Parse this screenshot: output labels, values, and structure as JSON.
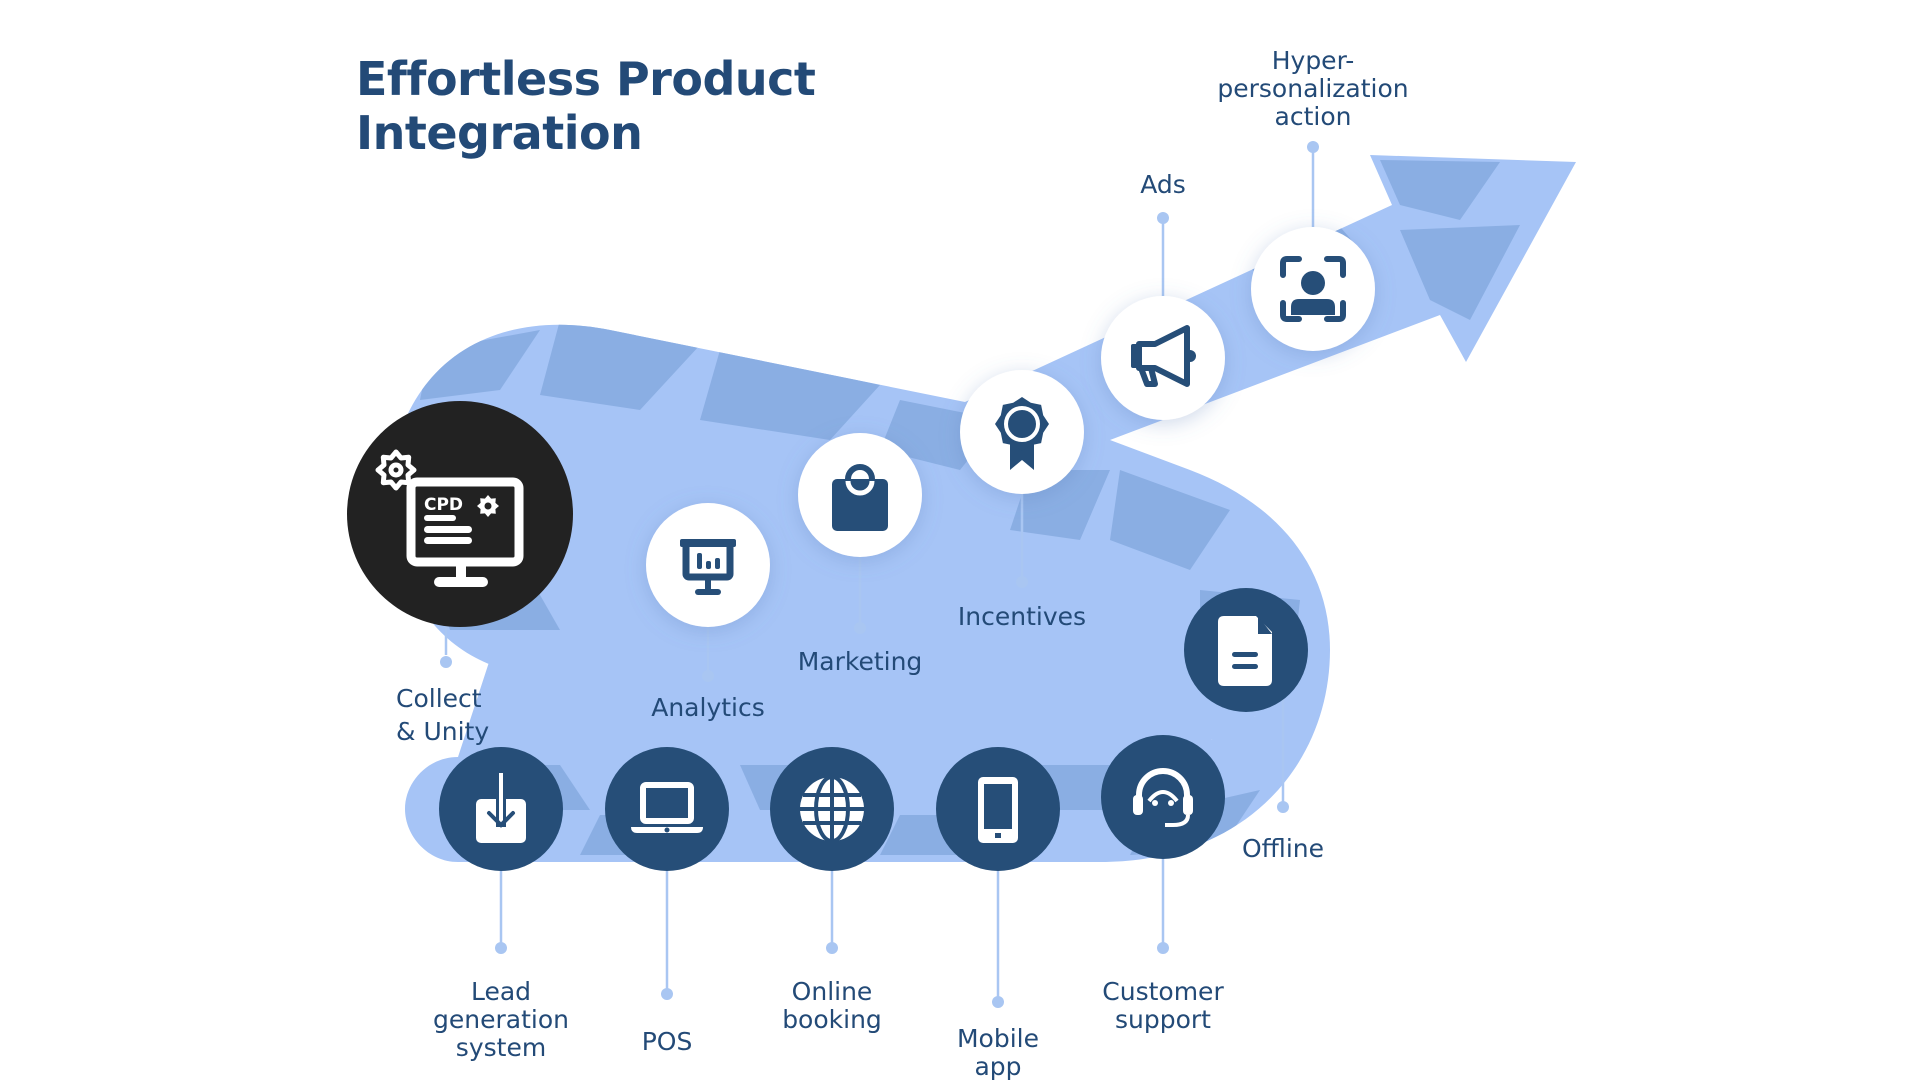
{
  "title": {
    "line1": "Effortless Product",
    "line2": "Integration"
  },
  "colors": {
    "title": "#234a77",
    "label": "#234a77",
    "node_dark": "#264e78",
    "node_black": "#222222",
    "node_light": "#ffffff",
    "band_light": "#a6c4f6",
    "band_dark": "#8aaee3",
    "connector": "#a9c6f2"
  },
  "hub": {
    "label_lines": [
      "Collect",
      "& Unity"
    ],
    "icon": "monitor-cpd-gear-icon",
    "screen_text": "CPD"
  },
  "stages": [
    {
      "id": "analytics",
      "label_lines": [
        "Analytics"
      ],
      "icon": "presentation-chart-icon",
      "style": "light"
    },
    {
      "id": "marketing",
      "label_lines": [
        "Marketing"
      ],
      "icon": "shopping-bag-icon",
      "style": "light"
    },
    {
      "id": "incentives",
      "label_lines": [
        "Incentives"
      ],
      "icon": "award-badge-icon",
      "style": "light"
    },
    {
      "id": "ads",
      "label_lines": [
        "Ads"
      ],
      "icon": "megaphone-icon",
      "style": "light"
    },
    {
      "id": "hyper",
      "label_lines": [
        "Hyper-",
        "personalization",
        "action"
      ],
      "icon": "face-scan-icon",
      "style": "light"
    },
    {
      "id": "offline",
      "label_lines": [
        "Offline"
      ],
      "icon": "document-icon",
      "style": "dark"
    },
    {
      "id": "customer-support",
      "label_lines": [
        "Customer",
        "support"
      ],
      "icon": "headset-agent-icon",
      "style": "dark"
    },
    {
      "id": "mobile-app",
      "label_lines": [
        "Mobile",
        "app"
      ],
      "icon": "smartphone-icon",
      "style": "dark"
    },
    {
      "id": "online-booking",
      "label_lines": [
        "Online",
        "booking"
      ],
      "icon": "globe-icon",
      "style": "dark"
    },
    {
      "id": "pos",
      "label_lines": [
        "POS"
      ],
      "icon": "laptop-icon",
      "style": "dark"
    },
    {
      "id": "lead-generation",
      "label_lines": [
        "Lead",
        "generation",
        "system"
      ],
      "icon": "download-tray-icon",
      "style": "dark"
    }
  ]
}
